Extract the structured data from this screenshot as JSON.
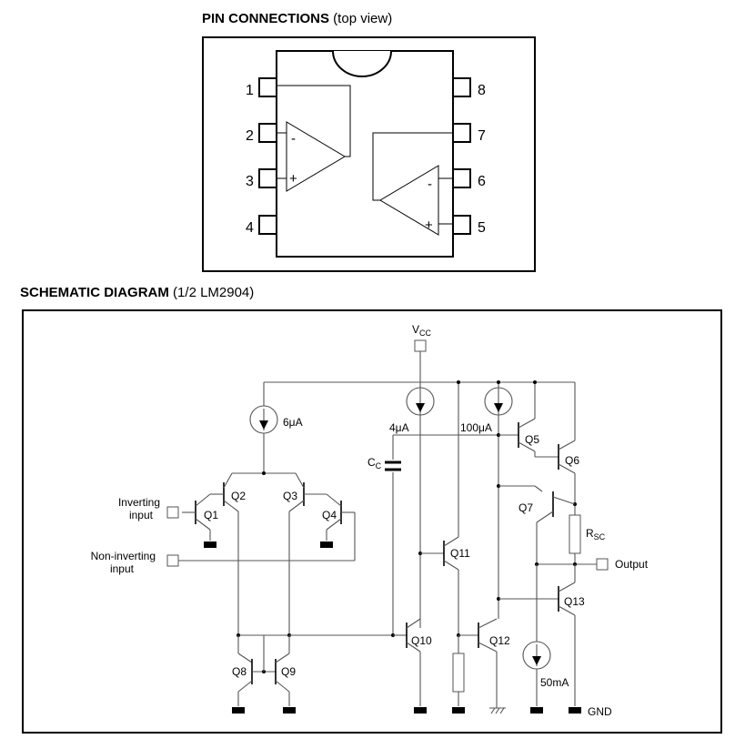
{
  "pin_connections": {
    "heading_bold": "PIN CONNECTIONS",
    "heading_rest": " (top view)",
    "pins_left": [
      "1",
      "2",
      "3",
      "4"
    ],
    "pins_right": [
      "8",
      "7",
      "6",
      "5"
    ],
    "minus_sign": "-",
    "plus_sign": "+"
  },
  "schematic": {
    "heading_bold": "SCHEMATIC DIAGRAM",
    "heading_rest": " (1/2 LM2904)",
    "vcc": "V",
    "vcc_sub": "CC",
    "cc": "C",
    "cc_sub": "C",
    "rsc": "R",
    "rsc_sub": "SC",
    "current_6ua": "6μA",
    "current_4ua": "4μA",
    "current_100ua": "100μA",
    "current_50ua": "50mA",
    "inverting_line1": "Inverting",
    "inverting_line2": "input",
    "noninverting_line1": "Non-inverting",
    "noninverting_line2": "input",
    "output": "Output",
    "gnd": "GND",
    "transistors": [
      "Q1",
      "Q2",
      "Q3",
      "Q4",
      "Q5",
      "Q6",
      "Q7",
      "Q8",
      "Q9",
      "Q10",
      "Q11",
      "Q12",
      "Q13"
    ]
  }
}
